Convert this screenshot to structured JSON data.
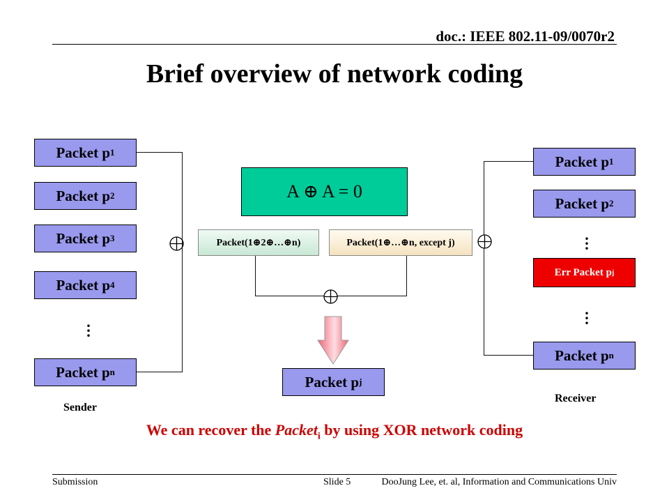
{
  "header": {
    "doc_id": "doc.: IEEE 802.11-09/0070r2"
  },
  "title": "Brief overview of network coding",
  "sender": {
    "label": "Sender",
    "packets": [
      {
        "text": "Packet p",
        "sub": "1"
      },
      {
        "text": "Packet p",
        "sub": "2"
      },
      {
        "text": "Packet p",
        "sub": "3"
      },
      {
        "text": "Packet p",
        "sub": "4"
      },
      {
        "text": "Packet p",
        "sub": "n"
      }
    ]
  },
  "receiver": {
    "label": "Receiver",
    "packets": [
      {
        "text": "Packet p",
        "sub": "1"
      },
      {
        "text": "Packet p",
        "sub": "2"
      },
      {
        "text": "Packet p",
        "sub": "n"
      }
    ],
    "error_packet": {
      "text": "Err Packet p",
      "sub": "j"
    }
  },
  "identity": "A ⊕ A = 0",
  "combined_all": "Packet(1⊕2⊕…⊕n)",
  "combined_except": "Packet(1⊕…⊕n, except j)",
  "recovered": {
    "text": "Packet p",
    "sub": "j"
  },
  "caption": {
    "before": "We can recover the ",
    "italic": "Packet",
    "sub": "i",
    "after": " by using XOR network coding"
  },
  "footer": {
    "left": "Submission",
    "center": "Slide 5",
    "right": "DooJung Lee, et. al, Information and Communications Univ"
  },
  "colors": {
    "packet": "#9999ee",
    "identity_box": "#00cc99",
    "error_packet": "#ee0000",
    "caption": "#cc0000",
    "arrow": "#ee6677"
  }
}
